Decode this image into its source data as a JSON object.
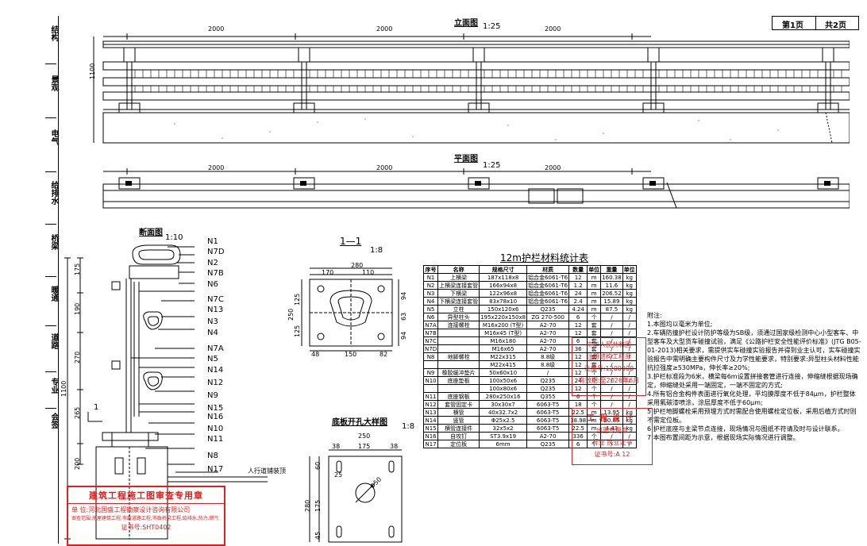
{
  "header": {
    "page_label": "第1页",
    "total_label": "共2页"
  },
  "sidebar": {
    "disciplines": [
      "结构",
      "景观",
      "电气",
      "给排水",
      "桥梁",
      "暖通",
      "道路",
      "专业",
      "会签"
    ]
  },
  "elevation": {
    "title": "立面图",
    "scale": "1:25",
    "dims": [
      "2000",
      "2000",
      "2000"
    ],
    "height_dim": "1100"
  },
  "plan": {
    "title": "平面图",
    "scale": "1:25",
    "dims": [
      "2000",
      "2000",
      "2000"
    ]
  },
  "section": {
    "title": "断面图",
    "scale": "1:10",
    "callouts": [
      "N1",
      "N7D",
      "N2",
      "N7B",
      "N6",
      "N7C",
      "N13",
      "N3",
      "N4",
      "N7A",
      "N5",
      "N14",
      "N12",
      "N9",
      "N15",
      "N16",
      "N10",
      "N11",
      "N8",
      "N17"
    ],
    "dims": [
      "175",
      "190",
      "270",
      "265",
      "200"
    ],
    "total_dim": "1100",
    "detail_mark": "1",
    "sidewalk_label": "人行道铺装顶"
  },
  "detail11": {
    "title": "1—1",
    "scale": "1:8",
    "dims_top": [
      "280",
      "170",
      "110"
    ],
    "dims_left": [
      "125",
      "125"
    ],
    "height": "250",
    "dims_right": [
      "94",
      "63",
      "94"
    ],
    "dims_bottom": [
      "48",
      "150",
      "82"
    ]
  },
  "baseplate": {
    "title": "底板开孔大样图",
    "scale": "1:8",
    "width": "250",
    "dims_top": [
      "38",
      "175",
      "38"
    ],
    "dims_left": [
      "60",
      "175",
      "45"
    ],
    "height": "280",
    "hole_small": "25",
    "hole_large": "Φ50"
  },
  "materials": {
    "title": "12m护栏材料统计表",
    "headers": [
      "序号",
      "名称",
      "规格尺寸",
      "材质",
      "数量",
      "单位",
      "重量",
      "单位"
    ],
    "rows": [
      [
        "N1",
        "上横梁",
        "187x118x8",
        "铝合金6061-T6",
        "12",
        "m",
        "160.38",
        "kg"
      ],
      [
        "N2",
        "上横梁连接套管",
        "166x94x8",
        "铝合金6061-T6",
        "1.2",
        "m",
        "11.6",
        "kg"
      ],
      [
        "N3",
        "下横梁",
        "122x96x8",
        "铝合金6061-T6",
        "24",
        "m",
        "206.52",
        "kg"
      ],
      [
        "N4",
        "下横梁连接套管",
        "83x78x10",
        "铝合金6061-T6",
        "2.4",
        "m",
        "15.89",
        "kg"
      ],
      [
        "N5",
        "立柱",
        "150x120x6",
        "Q235",
        "4.24",
        "m",
        "87.5",
        "kg"
      ],
      [
        "N6",
        "异型柱头",
        "195x220x150x8",
        "ZG 270-500",
        "6",
        "个",
        "/",
        "/"
      ],
      [
        "N7A",
        "连接螺栓",
        "M16x200 (T型)",
        "A2-70",
        "12",
        "套",
        "/",
        "/"
      ],
      [
        "N7B",
        "",
        "M16x45 (T型)",
        "A2-70",
        "12",
        "套",
        "/",
        "/"
      ],
      [
        "N7C",
        "",
        "M16x180",
        "A2-70",
        "6",
        "套",
        "/",
        "/"
      ],
      [
        "N7D",
        "",
        "M16x65",
        "A2-70",
        "36",
        "套",
        "/",
        "/"
      ],
      [
        "N8",
        "地脚螺栓",
        "M22x315",
        "8.8级",
        "12",
        "套",
        "/",
        "/"
      ],
      [
        "",
        "",
        "M22x415",
        "8.8级",
        "12",
        "套",
        "/",
        "/"
      ],
      [
        "N9",
        "橡胶缓冲垫片",
        "50x60x10",
        "/",
        "12",
        "个",
        "/",
        "/"
      ],
      [
        "N10",
        "底座垫板",
        "100x50x6",
        "Q235",
        "24",
        "个",
        "/",
        "/"
      ],
      [
        "",
        "",
        "100x80x6",
        "Q235",
        "12",
        "个",
        "/",
        "/"
      ],
      [
        "N11",
        "底座钢板",
        "280x250x16",
        "Q355",
        "6",
        "个",
        "/",
        "/"
      ],
      [
        "N12",
        "套管固定卡",
        "30x30x7",
        "6063-T5",
        "18",
        "个",
        "/",
        "/"
      ],
      [
        "N13",
        "横管",
        "40x32.7x2",
        "6063-T5",
        "22.5",
        "m",
        "13.95",
        "kg"
      ],
      [
        "N14",
        "竖管",
        "Φ25x2.5",
        "6063-T5",
        "38.98",
        "m",
        "20.85",
        "kg"
      ],
      [
        "N15",
        "横管连接件",
        "32x5x2",
        "6063-T5",
        "22.5",
        "m",
        "4.43",
        "kg"
      ],
      [
        "N16",
        "自攻钉",
        "ST3.9x19",
        "A2-70",
        "336",
        "个",
        "/",
        "/"
      ],
      [
        "N17",
        "定位板",
        "6mm",
        "Q235",
        "6",
        "个",
        "/",
        "/"
      ]
    ]
  },
  "notes": {
    "heading": "附注:",
    "items": [
      "1.本图均以毫米为单位;",
      "2.车辆防撞护栏设计防护等级为SB级，须通过国家级检测中心小型客车、中型客车及大型货车碰撞试验，满足《公路护栏安全性能评价标准》(JTG B05-01-2013)相关要求，需提供实车碰撞实验报告并得到业主认可，实车碰撞实验报告中需明确主要构件尺寸及力学性能要求，特别要求:异型柱头材料性能抗拉强度≥530MPa，伸长率≥20%;",
      "3.护栏标准段为6米，横梁每6m设置拼接套管进行连接，伸缩缝根据现场确定，伸缩缝处采用一端固定，一端不固定的方式;",
      "4.所有铝合金构件表面进行氧化处理，平均膜厚度不低于84μm，护栏整体采用氟碳漆喷涂，涂层厚度不低于60μm;",
      "5.护栏地脚螺栓采用预埋方式时需配合使用螺栓定位板，采用后植方式时则不需定位板。",
      "6.护栏底座与主梁节点连接，现场情况与图纸不符请及时与设计联系。",
      "7.本图布置间距为示意，根据现场实际情况进行调整。"
    ]
  },
  "stamps": {
    "review_title": "建筑工程施工图审查专用章",
    "review_unit": "单 位:河北国盛工程勘察设计咨询有限公司",
    "review_scope": "审查范围:房屋建筑工程,市政道路工程,市政桥梁工程,给排水,热力,燃气",
    "review_cert": "证书号:SHT0402",
    "reg_name": "中华人民共和国",
    "reg_role": "注册结构工程师",
    "reg_no": "注册号:1200000",
    "reg_valid": "有效期:至2026年6月",
    "seal2_line1": "工程设计",
    "seal2_line2": "出图专用章",
    "seal2_line3": "行业 执业证书",
    "seal2_line4": "证书号:A 12"
  }
}
